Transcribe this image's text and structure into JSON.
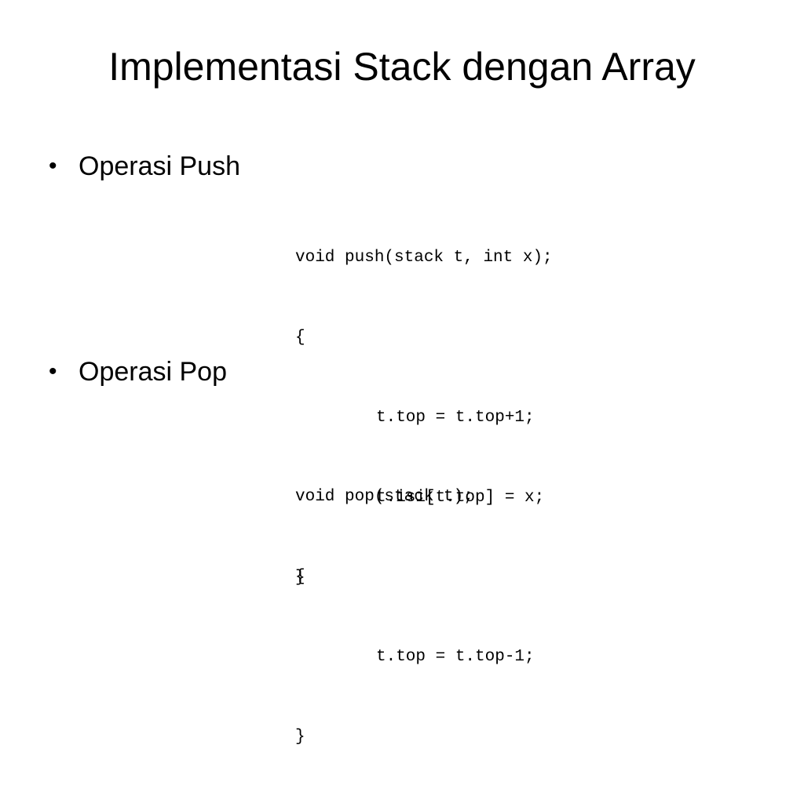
{
  "slide": {
    "title": "Implementasi Stack dengan Array",
    "bullet_symbol": "•",
    "sections": [
      {
        "heading": "Operasi Push",
        "code": [
          "void push(stack t, int x);",
          "{",
          "t.top = t.top+1;",
          "t.isi[t.top] = x;",
          "}"
        ]
      },
      {
        "heading": "Operasi Pop",
        "code": [
          "void pop(stack t);",
          "{",
          "t.top = t.top-1;",
          "}"
        ]
      }
    ]
  }
}
